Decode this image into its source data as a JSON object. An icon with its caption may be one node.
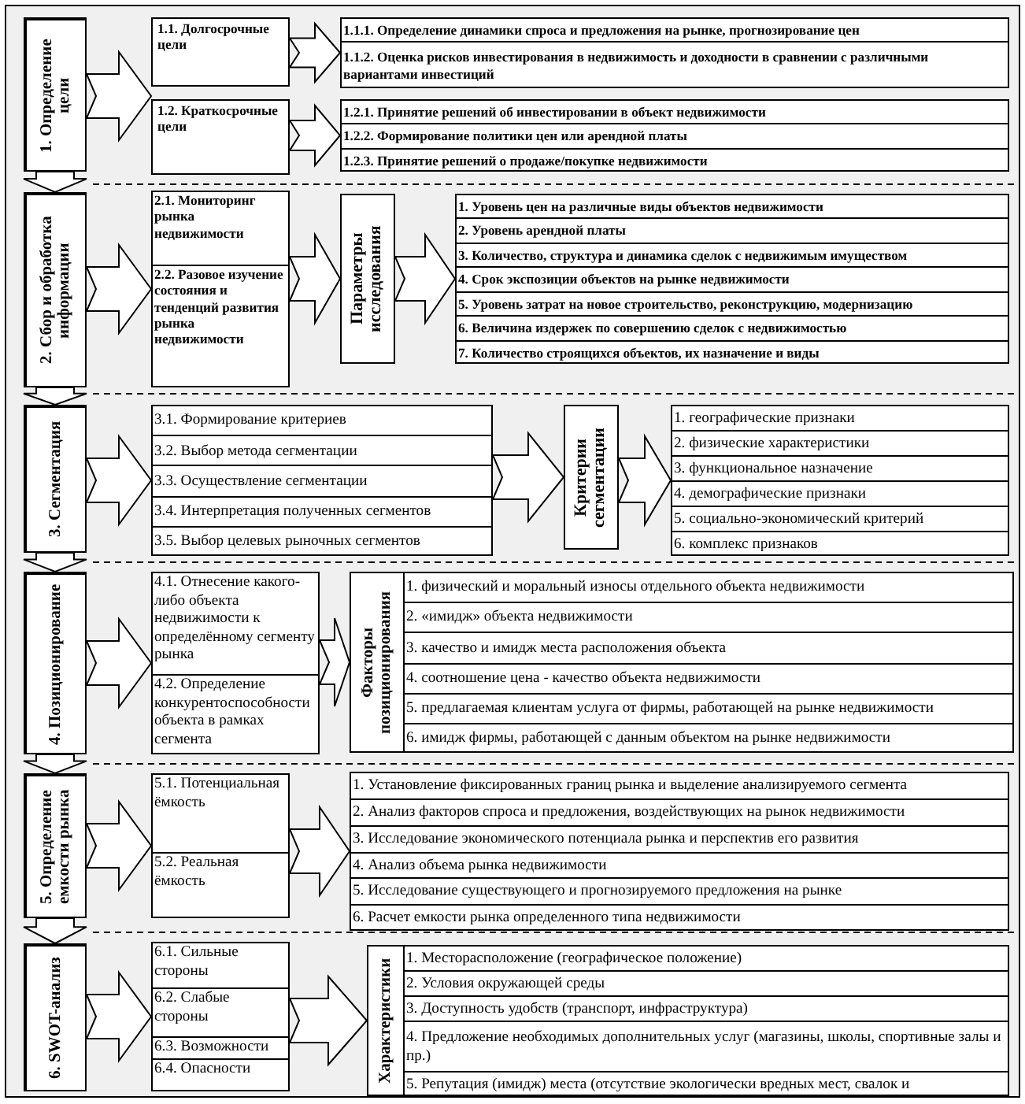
{
  "diagram": {
    "nodes": [
      {
        "text": [
          "1. Определение цели"
        ]
      },
      {
        "text": [
          "1.1. Долгосрочные цели"
        ]
      },
      {
        "text": [],
        "shape": "box"
      },
      {
        "text": [
          "1.1.1. Определение динамики спроса и предложения на рынке, прогнозирование цен"
        ],
        "in": 2
      },
      {
        "text": [
          "1.1.2. Оценка рисков инвестирования в недвижимость и доходности в сравнении с различными вариантами инвестиций"
        ],
        "in": 2
      },
      {
        "text": [
          "1.2. Краткосрочные цели"
        ]
      },
      {
        "text": [],
        "shape": "box"
      },
      {
        "text": [
          "1.2.1. Принятие решений об инвестировании в объект недвижимости"
        ],
        "in": 6
      },
      {
        "text": [
          "1.2.2. Формирование политики цен или арендной платы"
        ],
        "in": 6
      },
      {
        "text": [
          "1.2.3. Принятие решений о продаже/покупке недвижимости"
        ],
        "in": 6
      },
      {
        "text": [
          "2. Сбор и обработка информации"
        ]
      },
      {
        "text": [],
        "shape": "box"
      },
      {
        "text": [
          "2.1. Мониторинг рынка недвижимости"
        ],
        "in": 11
      },
      {
        "text": [
          "2.2. Разовое изучение состояния и тенденций развития рынка недвижимости"
        ],
        "in": 11
      },
      {
        "text": [
          "Параметры исследования"
        ]
      },
      {
        "text": [],
        "shape": "box"
      },
      {
        "text": [
          "1. Уровень цен на различные виды объектов недвижимости"
        ],
        "in": 15
      },
      {
        "text": [
          "2. Уровень арендной платы"
        ],
        "in": 15
      },
      {
        "text": [
          "3. Количество, структура и динамика сделок с недвижимым имуществом"
        ],
        "in": 15
      },
      {
        "text": [
          "4. Срок экспозиции объектов на рынке недвижимости"
        ],
        "in": 15
      },
      {
        "text": [
          "5. Уровень затрат на новое строительство, реконструкцию, модернизацию"
        ],
        "in": 15
      },
      {
        "text": [
          "6. Величина издержек по совершению сделок с недвижимостью"
        ],
        "in": 15
      },
      {
        "text": [
          "7. Количество строящихся объектов, их назначение и виды"
        ],
        "in": 15
      },
      {
        "text": [
          "3. Сегментация"
        ]
      },
      {
        "text": [],
        "shape": "box"
      },
      {
        "text": [
          "3.1. Формирование критериев"
        ],
        "in": 24
      },
      {
        "text": [
          "3.2. Выбор метода сегментации"
        ],
        "in": 24
      },
      {
        "text": [
          "3.3. Осуществление сегментации"
        ],
        "in": 24
      },
      {
        "text": [
          "3.4. Интерпретация полученных сегментов"
        ],
        "in": 24
      },
      {
        "text": [
          "3.5. Выбор целевых рыночных сегментов"
        ],
        "in": 24
      },
      {
        "text": [
          "Критерии сегментации"
        ]
      },
      {
        "text": [],
        "shape": "box"
      },
      {
        "text": [
          "1. географические признаки"
        ],
        "in": 31
      },
      {
        "text": [
          "2. физические характеристики"
        ],
        "in": 31
      },
      {
        "text": [
          "3. функциональное назначение"
        ],
        "in": 31
      },
      {
        "text": [
          "4. демографические признаки"
        ],
        "in": 31
      },
      {
        "text": [
          "5. социально-экономический критерий"
        ],
        "in": 31
      },
      {
        "text": [
          "6. комплекс признаков"
        ],
        "in": 31
      },
      {
        "text": [
          "4. Позиционирование"
        ]
      },
      {
        "text": [],
        "shape": "box"
      },
      {
        "text": [
          "4.1. Отнесение какого-либо объекта недвижимости к определённому сегменту рынка"
        ],
        "in": 39
      },
      {
        "text": [
          "4.2. Определение конкурентоспособности объекта в рамках сегмента"
        ],
        "in": 39
      },
      {
        "text": [
          "Факторы позиционирования"
        ]
      },
      {
        "text": [
          "1. физический и моральный износы отдельного объекта недвижимости"
        ],
        "in": 42
      },
      {
        "text": [
          "2. «имидж» объекта недвижимости"
        ],
        "in": 42
      },
      {
        "text": [
          "3. качество и имидж места расположения объекта"
        ],
        "in": 42
      },
      {
        "text": [
          "4. соотношение цена - качество объекта недвижимости"
        ],
        "in": 42
      },
      {
        "text": [
          "5. предлагаемая клиентам услуга от фирмы, работающей на рынке недвижимости"
        ],
        "in": 42
      },
      {
        "text": [
          "6. имидж фирмы, работающей с данным объектом на рынке недвижимости"
        ],
        "in": 42
      },
      {
        "text": [
          "5. Определение емкости рынка"
        ]
      },
      {
        "text": [],
        "shape": "box"
      },
      {
        "text": [
          "5.1. Потенциальная ёмкость"
        ],
        "in": 50
      },
      {
        "text": [
          "5.2. Реальная ёмкость"
        ],
        "in": 50
      },
      {
        "text": [],
        "shape": "box"
      },
      {
        "text": [
          "1. Установление фиксированных границ рынка и выделение анализируемого сегмента"
        ],
        "in": 53
      },
      {
        "text": [
          "2. Анализ факторов спроса и предложения, воздействующих на рынок недвижимости"
        ],
        "in": 53
      },
      {
        "text": [
          "3. Исследование экономического потенциала рынка и перспектив его развития"
        ],
        "in": 53
      },
      {
        "text": [
          "4. Анализ объема рынка недвижимости"
        ],
        "in": 53
      },
      {
        "text": [
          "5. Исследование существующего и прогнозируемого предложения на рынке"
        ],
        "in": 53
      },
      {
        "text": [
          "6. Расчет емкости рынка определенного типа недвижимости"
        ],
        "in": 53
      },
      {
        "text": [
          "6. SWOT-анализ"
        ]
      },
      {
        "text": [],
        "shape": "box"
      },
      {
        "text": [
          "6.1. Сильные стороны"
        ],
        "in": 61
      },
      {
        "text": [
          "6.2. Слабые стороны"
        ],
        "in": 61
      },
      {
        "text": [
          "6.3. Возможности"
        ],
        "in": 61
      },
      {
        "text": [
          "6.4. Опасности"
        ],
        "in": 61
      },
      {
        "text": [
          "Характеристики"
        ]
      },
      {
        "text": [
          "1. Месторасположение (географическое положение)"
        ],
        "in": 66
      },
      {
        "text": [
          "2. Условия окружающей среды"
        ],
        "in": 66
      },
      {
        "text": [
          "3. Доступность удобств (транспорт, инфраструктура)"
        ],
        "in": 66
      },
      {
        "text": [
          "4. Предложение необходимых дополнительных услуг (магазины, школы, спортивные залы и пр.)"
        ],
        "in": 66
      },
      {
        "text": [
          "5. Репутация (имидж) места (отсутствие экологически вредных мест, свалок и"
        ],
        "in": 66
      }
    ],
    "edges": [
      {
        "from": 0,
        "to": 1,
        "arrow": "to"
      },
      {
        "from": 0,
        "to": 5,
        "arrow": "to"
      },
      {
        "from": 1,
        "to": 2,
        "arrow": "to"
      },
      {
        "from": 5,
        "to": 6,
        "arrow": "to"
      },
      {
        "from": 10,
        "to": 11,
        "arrow": "to"
      },
      {
        "from": 11,
        "to": 14,
        "arrow": "to"
      },
      {
        "from": 14,
        "to": 15,
        "arrow": "to"
      },
      {
        "from": 23,
        "to": 24,
        "arrow": "to"
      },
      {
        "from": 24,
        "to": 30,
        "arrow": "to"
      },
      {
        "from": 30,
        "to": 31,
        "arrow": "to"
      },
      {
        "from": 38,
        "to": 39,
        "arrow": "to"
      },
      {
        "from": 39,
        "to": 42,
        "arrow": "to"
      },
      {
        "from": 49,
        "to": 50,
        "arrow": "to"
      },
      {
        "from": 50,
        "to": 53,
        "arrow": "to"
      },
      {
        "from": 60,
        "to": 61,
        "arrow": "to"
      },
      {
        "from": 61,
        "to": 66,
        "arrow": "to"
      },
      {
        "from": 0,
        "to": 10,
        "arrow": "to"
      },
      {
        "from": 10,
        "to": 23,
        "arrow": "to"
      },
      {
        "from": 23,
        "to": 38,
        "arrow": "to"
      },
      {
        "from": 38,
        "to": 49,
        "arrow": "to"
      },
      {
        "from": 49,
        "to": 60,
        "arrow": "to"
      }
    ]
  }
}
